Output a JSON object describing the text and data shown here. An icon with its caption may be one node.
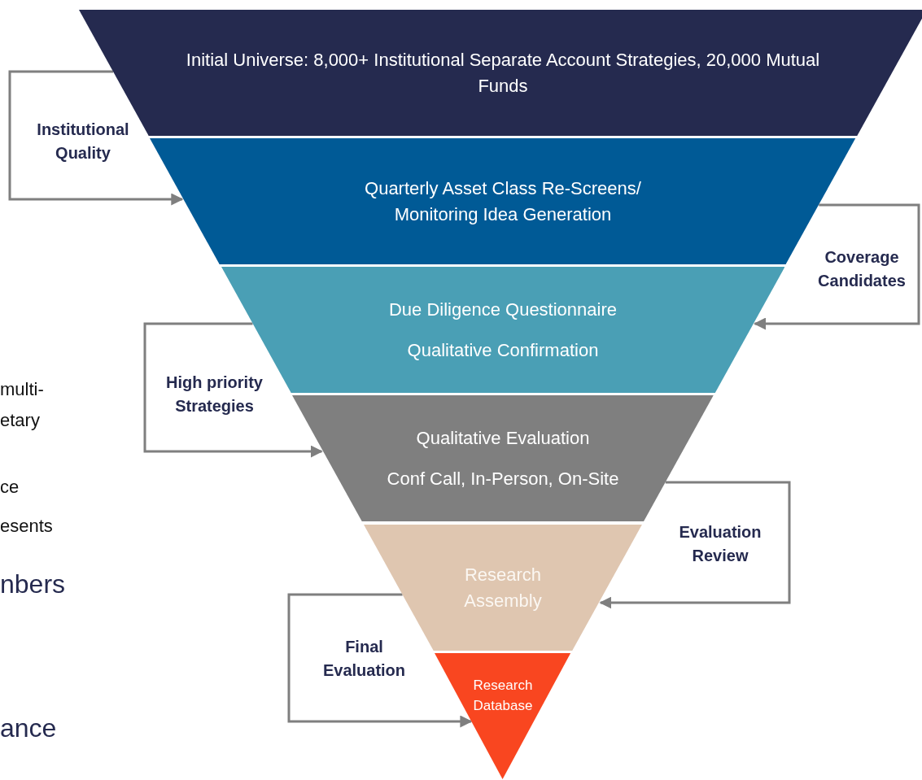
{
  "diagram": {
    "nodes": [
      {
        "text": [
          "Initial Universe: 8,000+ Institutional Separate Account Strategies, 20,000 Mutual Funds"
        ]
      },
      {
        "text": [
          "Quarterly Asset Class Re-Screens/ Monitoring Idea Generation"
        ]
      },
      {
        "text": [
          "Due Diligence Questionnaire",
          "Qualitative Confirmation"
        ]
      },
      {
        "text": [
          "Qualitative Evaluation",
          "Conf Call, In-Person, On-Site"
        ]
      },
      {
        "text": [
          "Research Assembly"
        ]
      },
      {
        "text": [
          "Research Database"
        ]
      }
    ],
    "edges": [
      {
        "from": 0,
        "to": 1,
        "arrow": "to",
        "label": "Institutional Quality"
      },
      {
        "from": 1,
        "to": 2,
        "arrow": "to",
        "label": "Coverage Candidates"
      },
      {
        "from": 2,
        "to": 3,
        "arrow": "to",
        "label": "High priority Strategies"
      },
      {
        "from": 3,
        "to": 4,
        "arrow": "to",
        "label": "Evaluation Review"
      },
      {
        "from": 4,
        "to": 5,
        "arrow": "to",
        "label": "Final Evaluation"
      }
    ],
    "labels": [
      "multi-",
      "etary",
      "ce",
      "esents",
      "nbers",
      "ance"
    ]
  }
}
